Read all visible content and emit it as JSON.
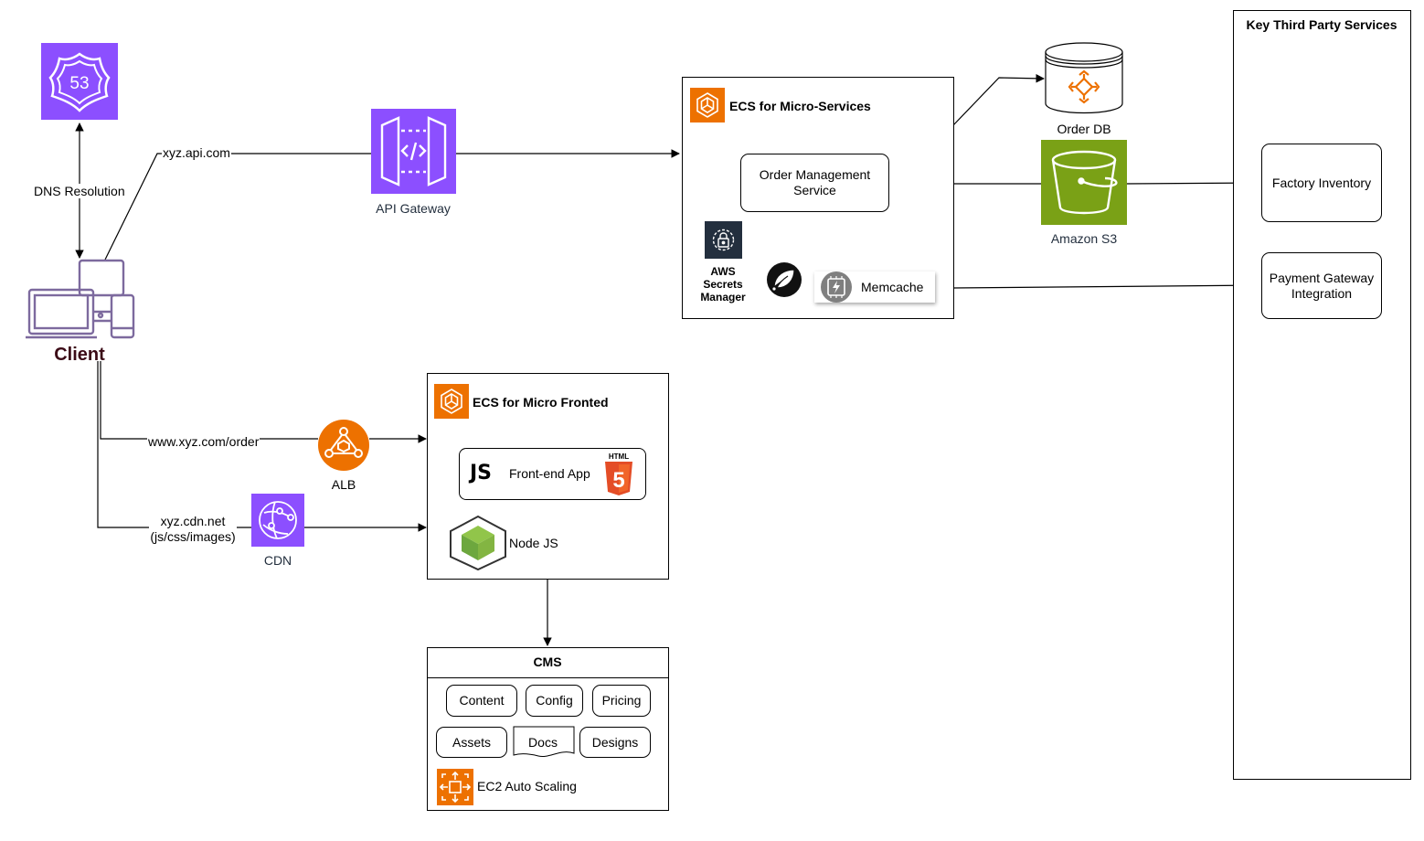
{
  "colors": {
    "route53": "#8C4FFF",
    "api_gateway": "#8C4FFF",
    "cdn": "#8C4FFF",
    "ecs": "#ED7100",
    "alb": "#ED7100",
    "ec2": "#ED7100",
    "s3": "#7AA116",
    "orderdb_icon": "#ED7100",
    "secrets_manager": "#232F3E",
    "client_label": "#3B0A16",
    "client_icon": "#7D6A9E"
  },
  "icons": {
    "route53": "route53-shield-icon",
    "route53_text": "53",
    "api_gateway": "api-gateway-icon",
    "cdn": "cloudfront-icon",
    "alb": "load-balancer-icon",
    "ecs": "ecs-icon",
    "s3": "s3-bucket-icon",
    "order_db": "database-icon",
    "secrets_manager": "lock-icon",
    "spring": "spring-leaf-icon",
    "memcache": "memcache-icon",
    "js": "js-icon",
    "js_text": "JS",
    "html5": "html5-icon",
    "html5_top": "HTML",
    "html5_num": "5",
    "nodejs": "nodejs-cube-icon",
    "ec2_autoscaling": "autoscaling-icon"
  },
  "nodes": {
    "client": "Client",
    "api_gateway": "API Gateway",
    "cdn": "CDN",
    "alb": "ALB",
    "order_db": "Order DB",
    "amazon_s3": "Amazon S3"
  },
  "edges": {
    "dns_resolution": "DNS Resolution",
    "api_url": "xyz.api.com",
    "order_url": "www.xyz.com/order",
    "cdn_url": "xyz.cdn.net",
    "cdn_assets": "(js/css/images)"
  },
  "microservices": {
    "title": "ECS for Micro-Services",
    "order_service_line1": "Order Management",
    "order_service_line2": "Service",
    "secrets_line1": "AWS",
    "secrets_line2": "Secrets",
    "secrets_line3": "Manager",
    "memcache": "Memcache"
  },
  "microfrontend": {
    "title": "ECS for Micro Fronted",
    "frontend_app": "Front-end App",
    "nodejs": "Node JS"
  },
  "cms": {
    "title": "CMS",
    "items": [
      "Content",
      "Config",
      "Pricing",
      "Assets",
      "Docs",
      "Designs"
    ],
    "autoscaling": "EC2 Auto Scaling"
  },
  "third_party": {
    "title": "Key Third Party Services",
    "factory_inventory": "Factory Inventory",
    "payment_line1": "Payment Gateway",
    "payment_line2": "Integration"
  }
}
